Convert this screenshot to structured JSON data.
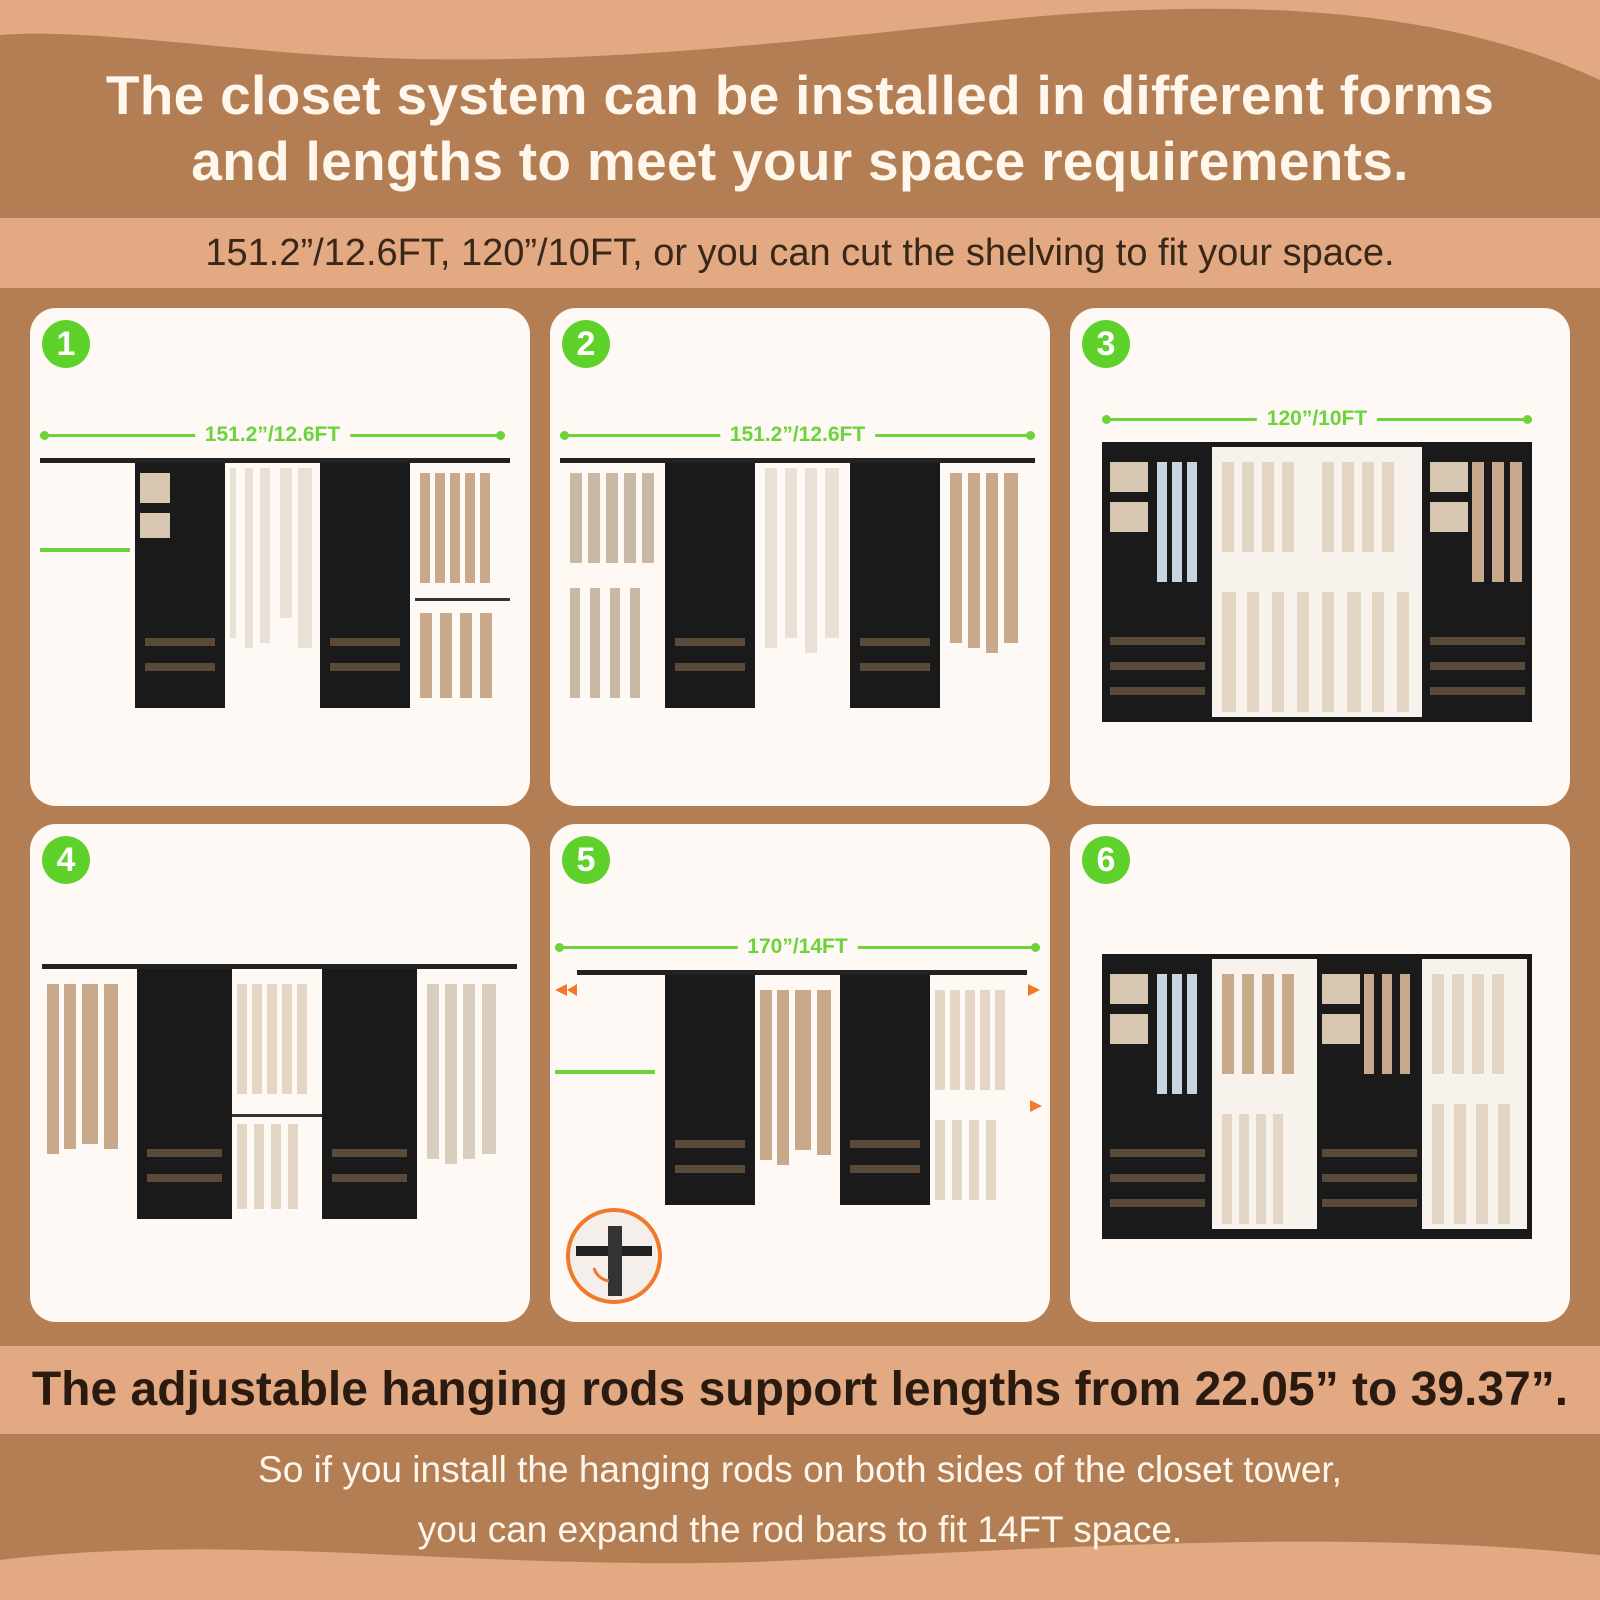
{
  "header": {
    "line1": "The closet system can be installed in different forms",
    "line2": "and lengths to meet your space requirements.",
    "subtitle": "151.2”/12.6FT, 120”/10FT, or you can cut the shelving to fit your space."
  },
  "panels": [
    {
      "number": "1",
      "dimension": "151.2”/12.6FT"
    },
    {
      "number": "2",
      "dimension": "151.2”/12.6FT"
    },
    {
      "number": "3",
      "dimension": "120”/10FT"
    },
    {
      "number": "4",
      "dimension": ""
    },
    {
      "number": "5",
      "dimension": "170”/14FT"
    },
    {
      "number": "6",
      "dimension": ""
    }
  ],
  "footer": {
    "headline": "The adjustable hanging rods support lengths from 22.05” to 39.37”.",
    "line1": "So if you install the hanging rods on both sides of the closet tower,",
    "line2": "you can expand the rod bars to fit 14FT space."
  },
  "colors": {
    "background": "#B47E54",
    "band": "#E2A982",
    "panel": "#FEF9F5",
    "accent_green": "#5FD12B",
    "tower": "#1A1A1A",
    "arrow_orange": "#F07A2A"
  }
}
